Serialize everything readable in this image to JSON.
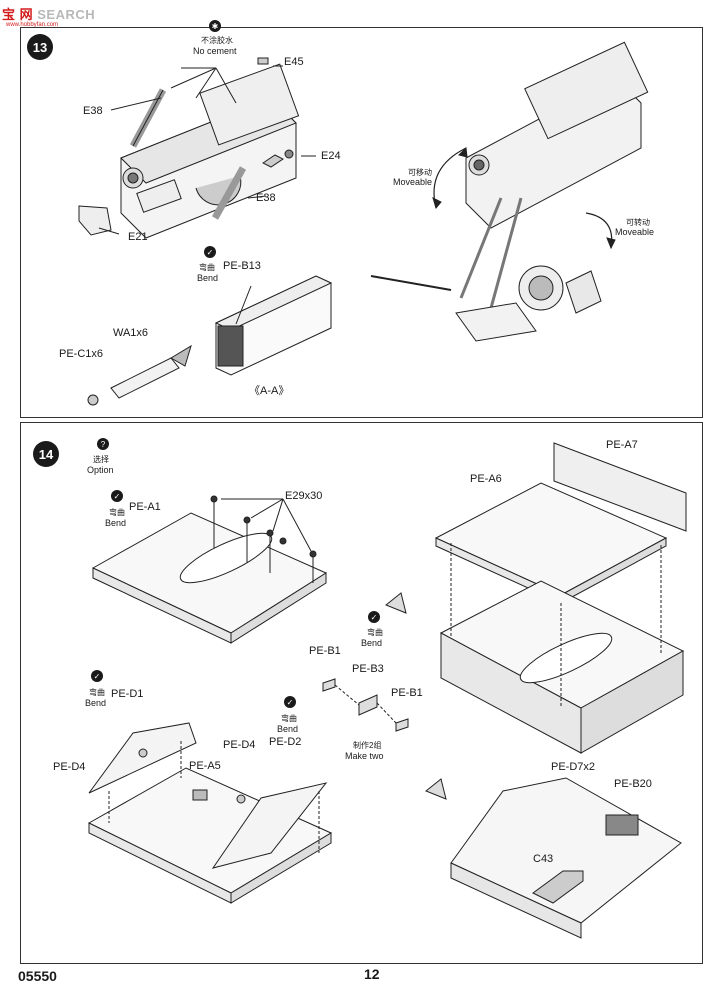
{
  "watermark": {
    "brand_red": "宝 网",
    "brand_grey": "SEARCH",
    "sub": "www.hobbyfan.com"
  },
  "footer": {
    "code": "05550",
    "page": "12"
  },
  "step13": {
    "number": "13",
    "no_cement_cn": "不涂胶水",
    "no_cement_en": "No cement",
    "labels": {
      "e45": "E45",
      "e38_top": "E38",
      "e24": "E24",
      "e38_bottom": "E38",
      "e21": "E21",
      "pe_b13": "PE-B13",
      "wa1x6": "WA1x6",
      "pe_c1x6": "PE-C1x6",
      "aa": "《A-A》"
    },
    "bend_cn": "弯曲",
    "bend_en": "Bend",
    "moveable_cn": "可移动",
    "moveable_en": "Moveable",
    "turnable_cn": "可转动",
    "turnable_en": "Moveable"
  },
  "step14": {
    "number": "14",
    "option_cn": "选择",
    "option_en": "Option",
    "bend_cn": "弯曲",
    "bend_en": "Bend",
    "labels": {
      "pe_a1": "PE-A1",
      "e29x30": "E29x30",
      "pe_a6": "PE-A6",
      "pe_a7": "PE-A7",
      "pe_b1_left": "PE-B1",
      "pe_b3": "PE-B3",
      "pe_b1_right": "PE-B1",
      "pe_d1": "PE-D1",
      "pe_d4_left": "PE-D4",
      "pe_a5": "PE-A5",
      "pe_d4_right": "PE-D4",
      "pe_d2": "PE-D2",
      "pe_d7x2": "PE-D7x2",
      "pe_b20": "PE-B20",
      "c43": "C43"
    },
    "make_two_cn": "制作2组",
    "make_two_en": "Make two"
  }
}
